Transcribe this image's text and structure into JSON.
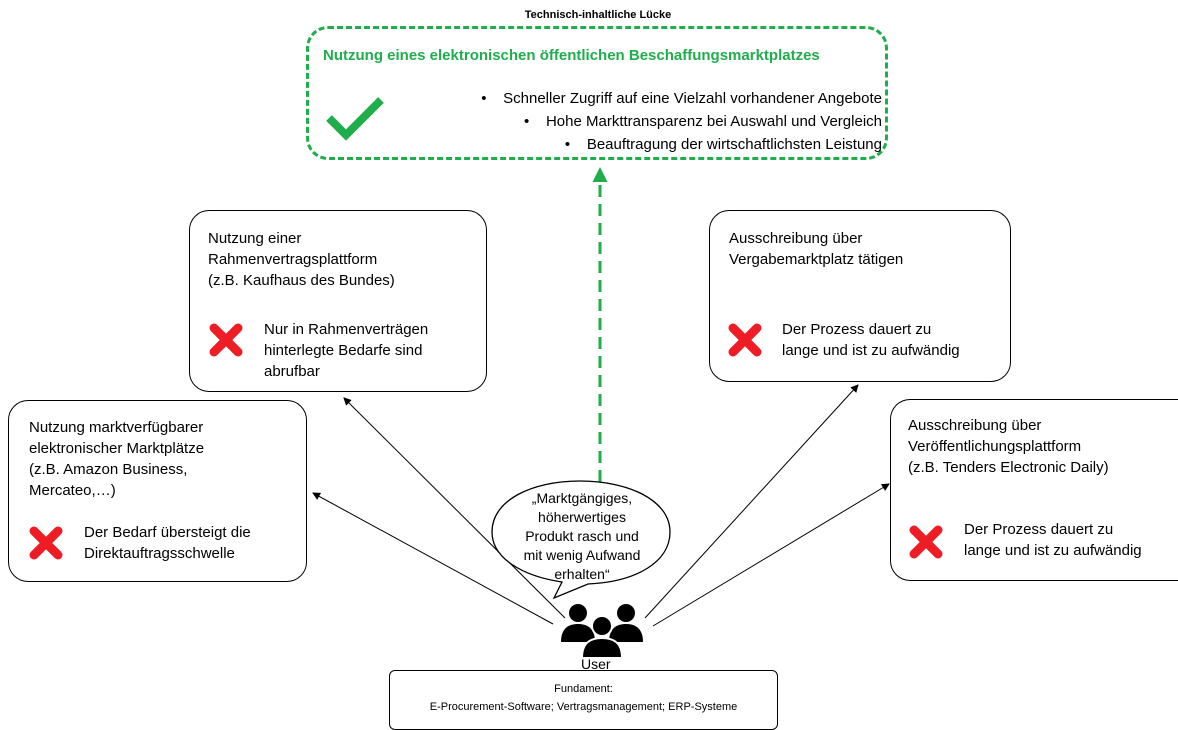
{
  "gap": {
    "label": "Technisch-inhaltliche Lücke",
    "title": "Nutzung eines elektronischen öffentlichen Beschaffungsmarktplatzes",
    "bullets": [
      "Schneller Zugriff auf eine Vielzahl vorhandener Angebote",
      "Hohe Markttransparenz bei Auswahl und Vergleich",
      "Beauftragung der wirtschaftlichsten Leistung"
    ],
    "colors": {
      "accent": "#1fae4b"
    }
  },
  "options": {
    "framework": {
      "title_lines": [
        "Nutzung einer",
        "Rahmenvertragsplattform",
        "(z.B. Kaufhaus des Bundes)"
      ],
      "reason_lines": [
        "Nur in Rahmenverträgen",
        "hinterlegte Bedarfe sind",
        "abrufbar"
      ]
    },
    "marketplace": {
      "title_lines": [
        "Nutzung marktverfügbarer",
        "elektronischer Marktplätze",
        "(z.B. Amazon Business,",
        "Mercateo,…)"
      ],
      "reason_lines": [
        "Der Bedarf übersteigt die",
        "Direktauftragsschwelle"
      ]
    },
    "tender_platform": {
      "title_lines": [
        "Ausschreibung über",
        "Vergabemarktplatz tätigen"
      ],
      "reason_lines": [
        "Der Prozess dauert zu",
        "lange und ist zu aufwändig"
      ]
    },
    "publication": {
      "title_lines": [
        "Ausschreibung über",
        "Veröffentlichungsplattform",
        "(z.B. Tenders Electronic Daily)"
      ],
      "reason_lines": [
        "Der Prozess dauert zu",
        "lange und ist zu aufwändig"
      ]
    },
    "reject_color": "#ee1c25"
  },
  "user": {
    "quote_lines": [
      "„Marktgängiges,",
      "höherwertiges",
      "Produkt rasch und",
      "mit wenig Aufwand",
      "erhalten“"
    ],
    "label": "User"
  },
  "foundation": {
    "line1": "Fundament:",
    "line2": "E-Procurement-Software; Vertragsmanagement; ERP-Systeme"
  }
}
